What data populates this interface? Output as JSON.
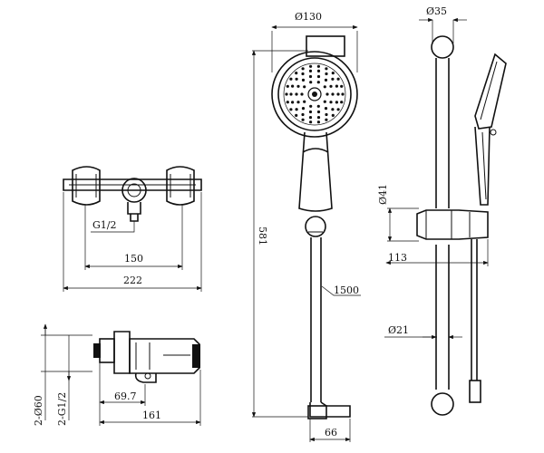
{
  "drawing": {
    "faucet_front": {
      "thread_label": "G1/2",
      "dim_150": "150",
      "dim_222": "222"
    },
    "faucet_side": {
      "dim_phi60": "2-Ø60",
      "dim_g12": "2-G1/2",
      "dim_69_7": "69.7",
      "dim_161": "161"
    },
    "hand_shower": {
      "dim_130": "Ø130",
      "dim_581": "581",
      "dim_1500": "1500",
      "dim_66": "66"
    },
    "slide_bar": {
      "dim_35": "Ø35",
      "dim_41": "Ø41",
      "dim_113": "113",
      "dim_21": "Ø21"
    }
  }
}
